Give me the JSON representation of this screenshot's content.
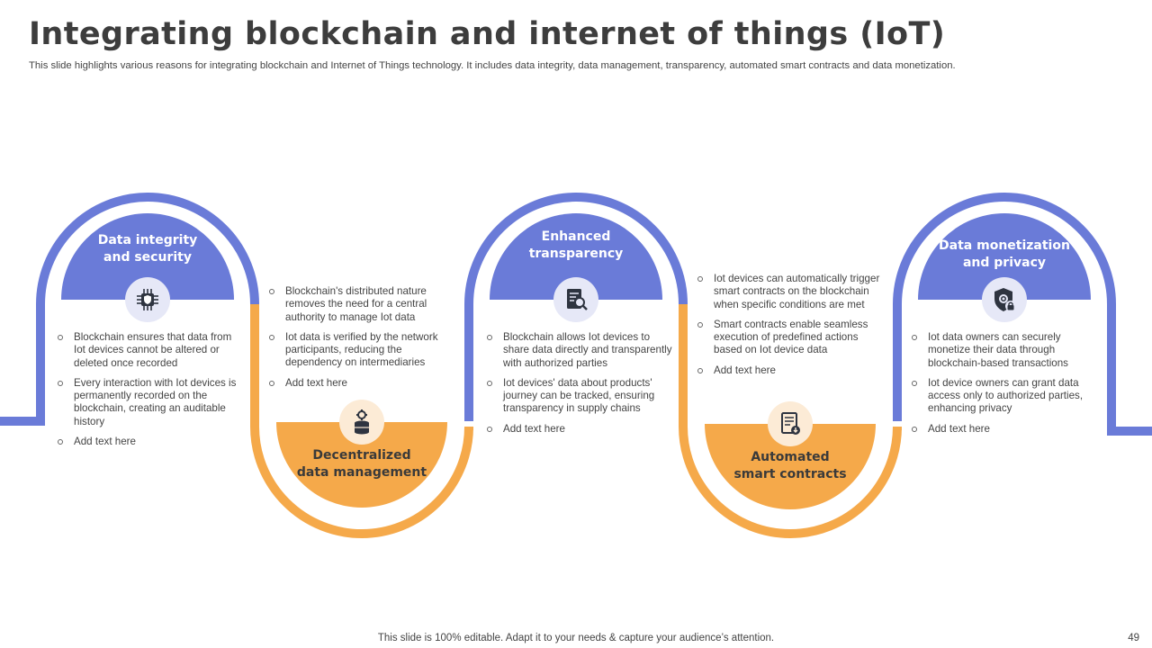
{
  "header": {
    "title": "Integrating blockchain and internet of things (IoT)",
    "subtitle": "This slide highlights various reasons for integrating blockchain and Internet of Things technology. It includes data integrity, data management, transparency, automated smart contracts and data monetization."
  },
  "colors": {
    "blue": "#6a7bd8",
    "orange": "#f5a94a",
    "icon_dark": "#2e3440"
  },
  "stages": [
    {
      "label_lines": [
        "Data integrity",
        "and security"
      ],
      "icon": "security-chip-icon",
      "bullets": [
        "Blockchain ensures that data from Iot devices cannot be altered or deleted once recorded",
        "Every interaction with Iot devices is permanently recorded on the blockchain, creating an auditable history",
        "Add text here"
      ]
    },
    {
      "label_lines": [
        "Decentralized",
        "data management"
      ],
      "icon": "database-gear-icon",
      "bullets": [
        "Blockchain's distributed nature removes the need for a central authority to manage Iot data",
        "Iot data is verified by the network participants, reducing the dependency on intermediaries",
        "Add text here"
      ]
    },
    {
      "label_lines": [
        "Enhanced",
        "transparency"
      ],
      "icon": "document-search-icon",
      "bullets": [
        "Blockchain allows Iot devices to share data directly and transparently with authorized parties",
        "Iot devices' data about products' journey can be tracked, ensuring transparency in supply chains",
        "Add text here"
      ]
    },
    {
      "label_lines": [
        "Automated",
        "smart contracts"
      ],
      "icon": "contract-icon",
      "bullets": [
        "Iot devices can automatically trigger smart contracts on the blockchain when specific conditions are met",
        "Smart contracts enable seamless execution of predefined actions based on Iot device data",
        "Add text here"
      ]
    },
    {
      "label_lines": [
        "Data monetization",
        "and privacy"
      ],
      "icon": "shield-lock-icon",
      "bullets": [
        "Iot data owners can securely monetize their data through blockchain-based transactions",
        "Iot device owners can grant data access only to authorized parties, enhancing privacy",
        "Add text here"
      ]
    }
  ],
  "footer": {
    "note": "This slide is 100% editable. Adapt it to your needs & capture your audience’s attention.",
    "page_number": "49"
  }
}
